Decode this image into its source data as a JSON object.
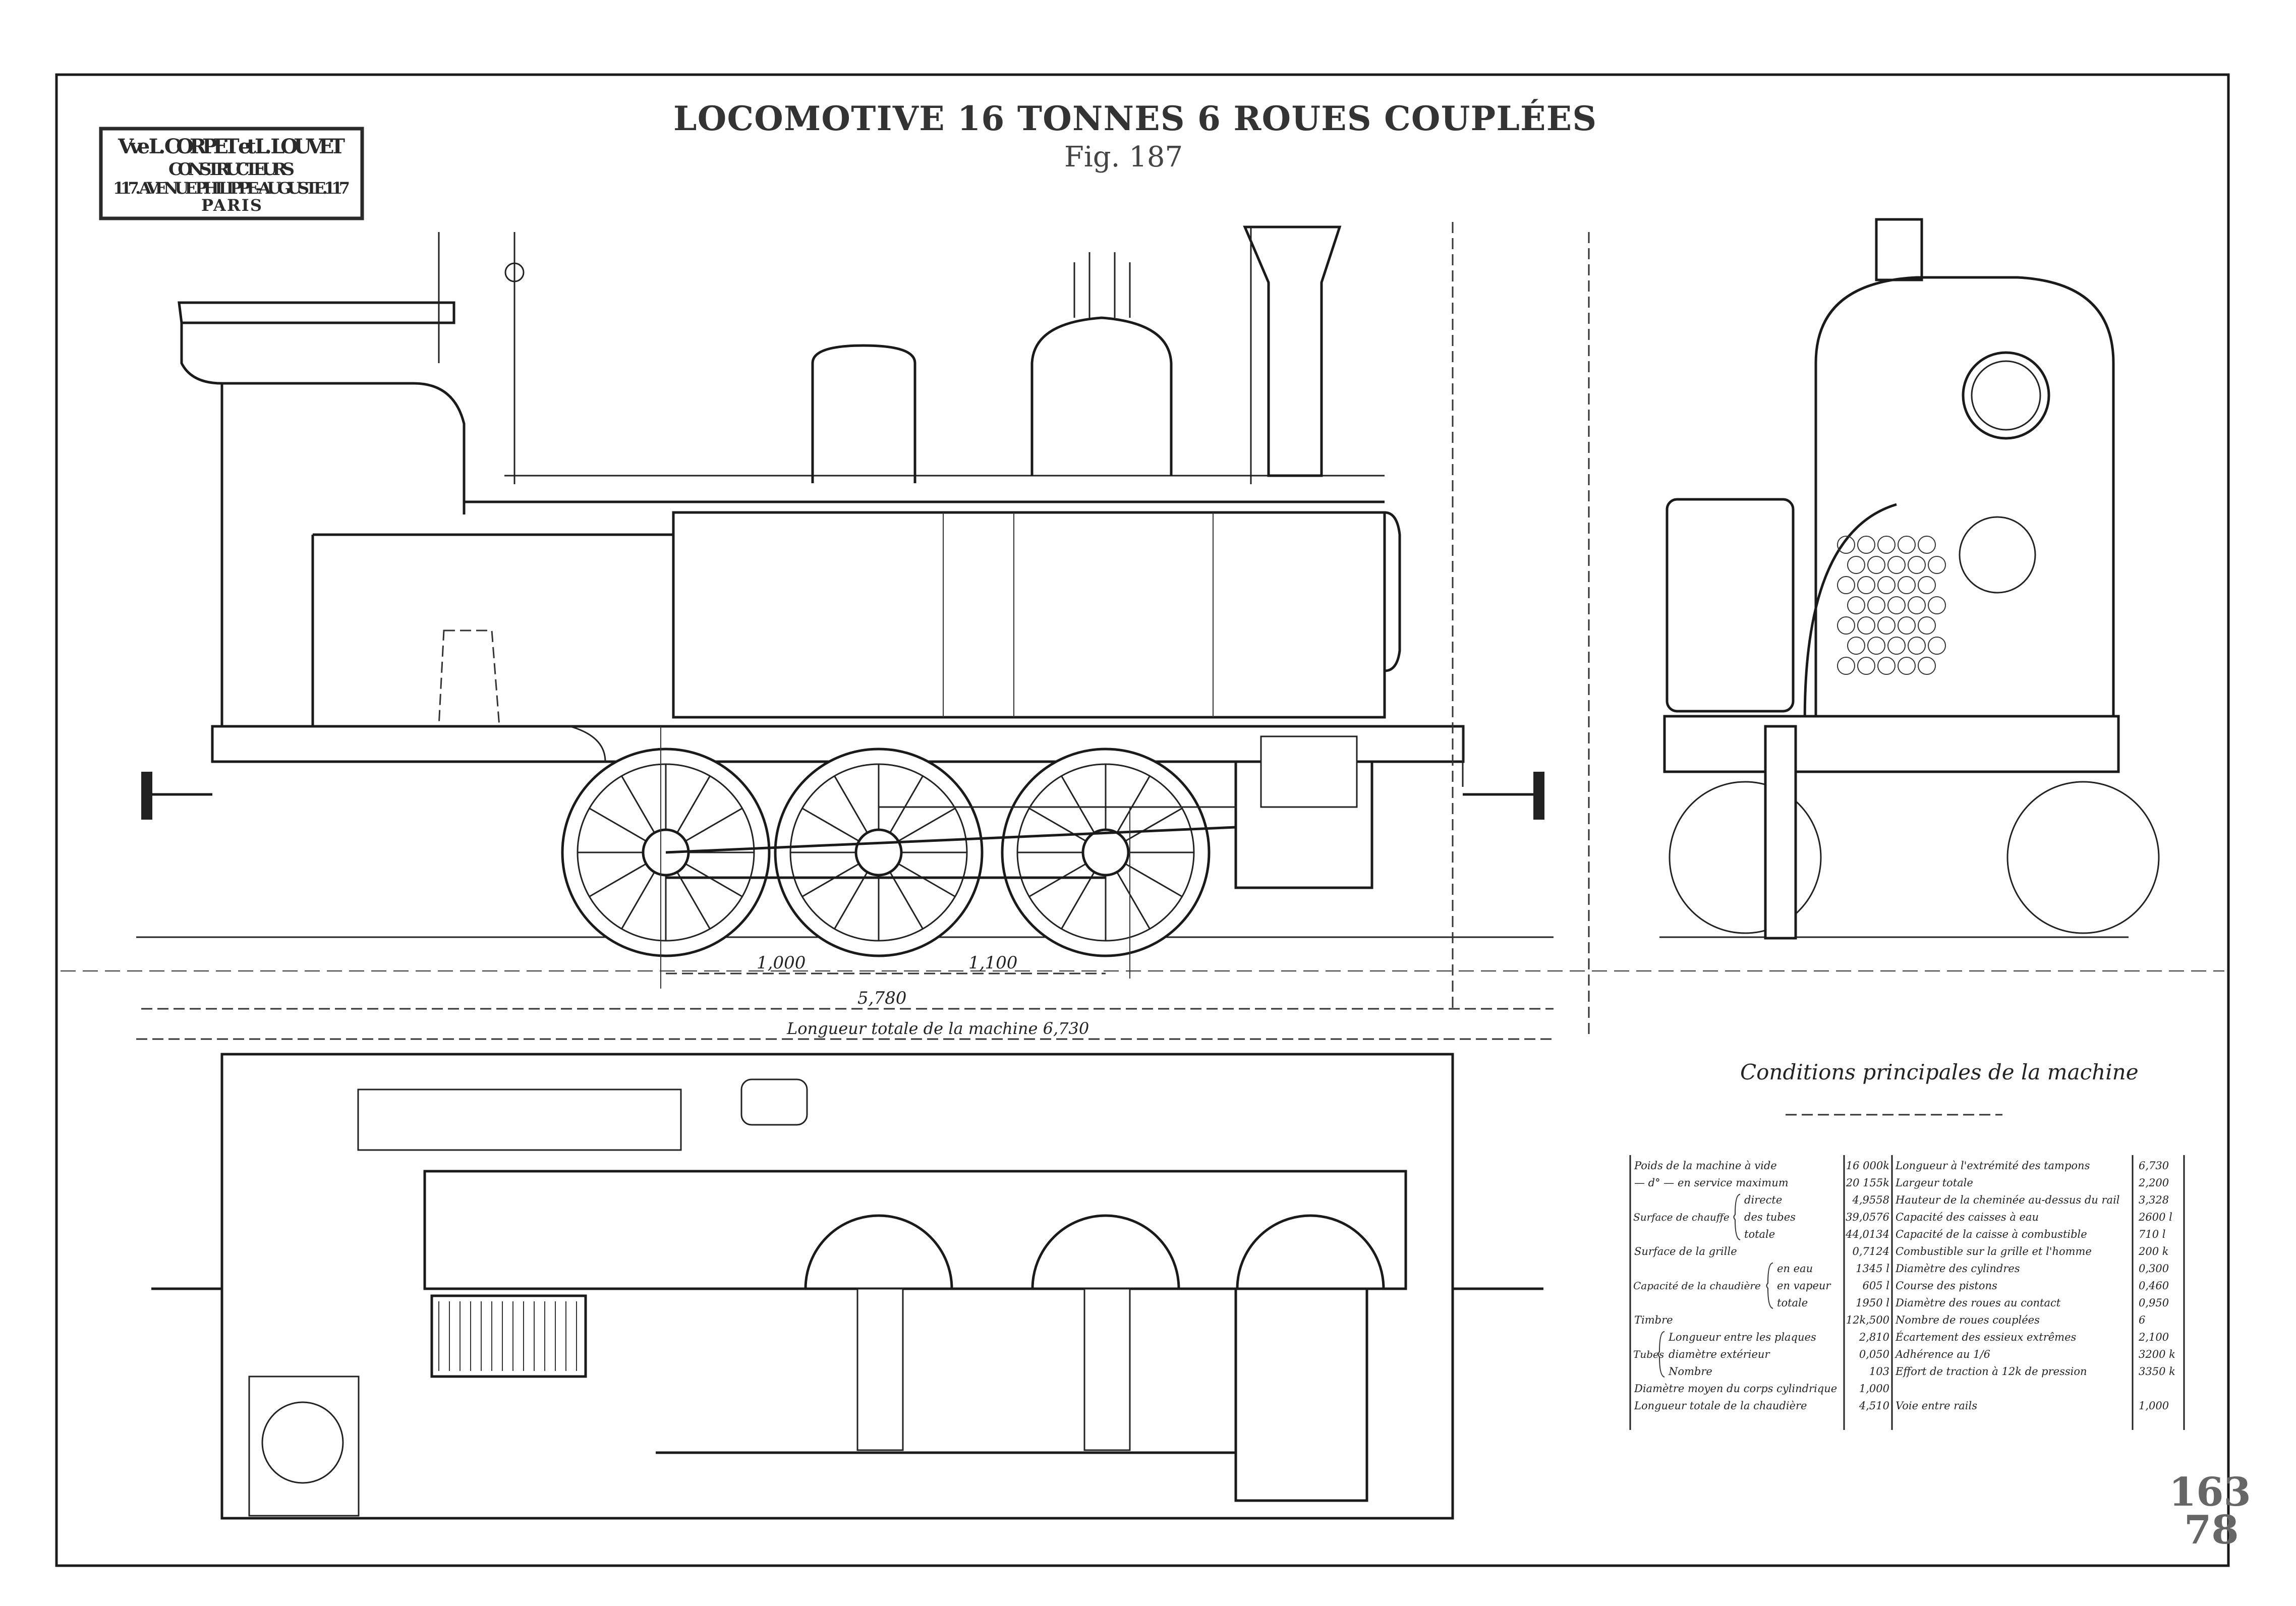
{
  "title": "LOCOMOTIVE 16 TONNES 6 ROUES COUPLÉES",
  "figure": "Fig. 187",
  "stamp": {
    "line1": "Vve L. CORPET et L. LOUVET",
    "line2": "CONSTRUCTEURS",
    "line3": "117. AVENUE PHILIPPE-AUGUSTE.117",
    "line4": "PARIS"
  },
  "dimensions": {
    "wheelbase_1": "1,000",
    "wheelbase_2": "1,100",
    "frame_length": "5,780",
    "total_length": "Longueur totale de la machine 6,730"
  },
  "table": {
    "title": "Conditions principales de la machine",
    "groups": {
      "chauffe": "Surface de chauffe",
      "chaudiere": "Capacité de la chaudière",
      "tubes": "Tubes"
    },
    "left": [
      {
        "label": "Poids de la machine à vide",
        "value": "16 000k"
      },
      {
        "label": "— d° — en service maximum",
        "value": "20 155k"
      },
      {
        "label": "directe",
        "value": "4,9558"
      },
      {
        "label": "des tubes",
        "value": "39,0576"
      },
      {
        "label": "totale",
        "value": "44,0134"
      },
      {
        "label": "Surface de la grille",
        "value": "0,7124"
      },
      {
        "label": "en eau",
        "value": "1345 l"
      },
      {
        "label": "en vapeur",
        "value": "605 l"
      },
      {
        "label": "totale",
        "value": "1950 l"
      },
      {
        "label": "Timbre",
        "value": "12k,500"
      },
      {
        "label": "Longueur entre les plaques",
        "value": "2,810"
      },
      {
        "label": "diamètre extérieur",
        "value": "0,050"
      },
      {
        "label": "Nombre",
        "value": "103"
      },
      {
        "label": "Diamètre moyen du corps cylindrique",
        "value": "1,000"
      },
      {
        "label": "Longueur totale de la chaudière",
        "value": "4,510"
      }
    ],
    "right": [
      {
        "label": "Longueur à l'extrémité des tampons",
        "value": "6,730"
      },
      {
        "label": "Largeur totale",
        "value": "2,200"
      },
      {
        "label": "Hauteur de la cheminée au-dessus du rail",
        "value": "3,328"
      },
      {
        "label": "Capacité des caisses à eau",
        "value": "2600 l"
      },
      {
        "label": "Capacité de la caisse à combustible",
        "value": "710 l"
      },
      {
        "label": "Combustible sur la grille et l'homme",
        "value": "200 k"
      },
      {
        "label": "Diamètre des cylindres",
        "value": "0,300"
      },
      {
        "label": "Course des pistons",
        "value": "0,460"
      },
      {
        "label": "Diamètre des roues au contact",
        "value": "0,950"
      },
      {
        "label": "Nombre de roues couplées",
        "value": "6"
      },
      {
        "label": "Écartement des essieux extrêmes",
        "value": "2,100"
      },
      {
        "label": "Adhérence au 1/6",
        "value": "3200 k"
      },
      {
        "label": "Effort de traction à 12k de pression",
        "value": "3350 k"
      },
      {
        "label": "",
        "value": ""
      },
      {
        "label": "Voie entre rails",
        "value": "1,000"
      }
    ]
  },
  "page_numbers": {
    "top": "163",
    "bottom": "78"
  }
}
